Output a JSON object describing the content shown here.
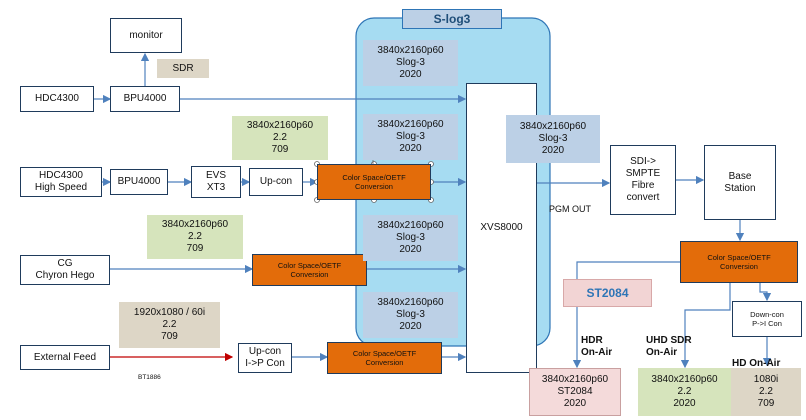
{
  "title": "S-log3",
  "sdr_label": "SDR",
  "st2084_label": "ST2084",
  "devices": {
    "monitor": "monitor",
    "hdc4300": "HDC4300",
    "bpu1": "BPU4000",
    "hdc4300hs": "HDC4300\nHigh Speed",
    "bpu2": "BPU4000",
    "evs": "EVS\nXT3",
    "upcon1": "Up-con",
    "cg": "CG\nChyron Hego",
    "external": "External Feed",
    "upcon2": "Up-con\nI->P Con",
    "xvs": "XVS8000",
    "sdi": "SDI->\nSMPTE\nFibre\nconvert",
    "base": "Base\nStation",
    "downcon": "Down-con\nP->I Con"
  },
  "converters": {
    "c1": "Color Space/OETF\nConversion",
    "c2": "Color Space/OETF\nConversion",
    "c3": "Color Space/OETF\nConversion",
    "c4": "Color Space/OETF\nConversion"
  },
  "formats": {
    "s1": "3840x2160p60\nSlog-3\n2020",
    "s2": "3840x2160p60\nSlog-3\n2020",
    "s3": "3840x2160p60\nSlog-3\n2020",
    "s4": "3840x2160p60\nSlog-3\n2020",
    "out": "3840x2160p60\nSlog-3\n2020",
    "evs_in": "3840x2160p60\n2.2\n709",
    "cg_in": "3840x2160p60\n2.2\n709",
    "ext_in": "1920x1080 / 60i\n2.2\n709",
    "hdr_out": "3840x2160p60\nST2084\n2020",
    "uhd_out": "3840x2160p60\n2.2\n2020",
    "hd_out": "1080i\n2.2\n709"
  },
  "labels": {
    "pgm_out": "PGM OUT",
    "bt1886": "BT1886",
    "hdr_onair": "HDR\nOn-Air",
    "uhd_onair": "UHD SDR\nOn-Air",
    "hd_onair": "HD On-Air"
  },
  "colors": {
    "wire": "#4f81bd",
    "red_wire": "#c00000",
    "orange": "#e36c0a",
    "slog_panel": "#a6dcf2"
  }
}
